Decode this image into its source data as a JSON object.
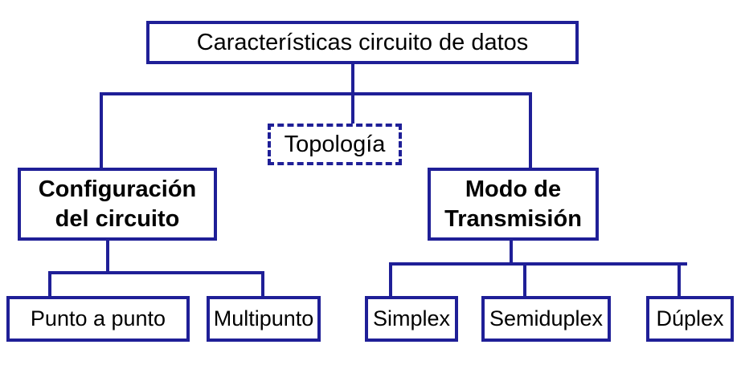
{
  "root": {
    "label": "Características circuito de datos"
  },
  "topologia": {
    "label": "Topología"
  },
  "configuracion": {
    "line1": "Configuración",
    "line2": "del circuito"
  },
  "modo": {
    "line1": "Modo de",
    "line2": "Transmisión"
  },
  "config_children": {
    "punto": "Punto a punto",
    "multipunto": "Multipunto"
  },
  "modo_children": {
    "simplex": "Simplex",
    "semiduplex": "Semiduplex",
    "duplex": "Dúplex"
  },
  "colors": {
    "border": "#1f1f97",
    "connector": "#1f1f97",
    "text": "#000000",
    "background": "#ffffff"
  }
}
